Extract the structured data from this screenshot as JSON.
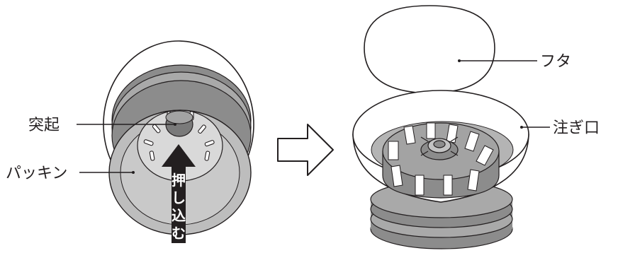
{
  "labels": {
    "protrusion": "突起",
    "packing": "パッキン",
    "lid": "フタ",
    "spout": "注ぎ口"
  },
  "push_arrow_text": [
    "押",
    "し",
    "込",
    "む"
  ]
}
